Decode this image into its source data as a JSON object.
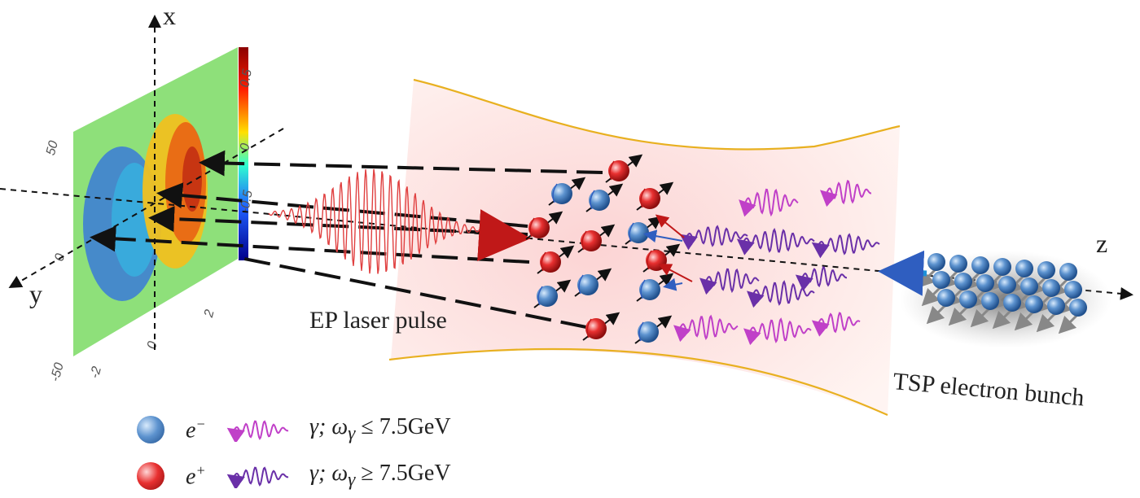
{
  "axes": {
    "x": "x",
    "y": "y",
    "z": "z"
  },
  "colorbar": {
    "ticks": [
      "0.5",
      "0",
      "-0.5"
    ]
  },
  "panel_ticks": {
    "left": [
      "50",
      "0",
      "-50"
    ],
    "bottom": [
      "-2",
      "0",
      "2"
    ]
  },
  "labels": {
    "laser": "EP laser pulse",
    "bunch": "TSP electron bunch"
  },
  "legend": [
    {
      "symbol": "e",
      "sup": "−",
      "text": "γ; ω",
      "sub": "γ",
      "relation": " ≤ 7.5GeV",
      "ball_color": "#4a7fc0",
      "wave_color": "#c040c8"
    },
    {
      "symbol": "e",
      "sup": "+",
      "text": "γ; ω",
      "sub": "γ",
      "relation": " ≥ 7.5GeV",
      "ball_color": "#e02525",
      "wave_color": "#6a30a8"
    }
  ],
  "colors": {
    "beam": "#f5c07a",
    "envelope": "#fde6e4",
    "panel": "#8ee07a",
    "laser": "#e04040"
  }
}
